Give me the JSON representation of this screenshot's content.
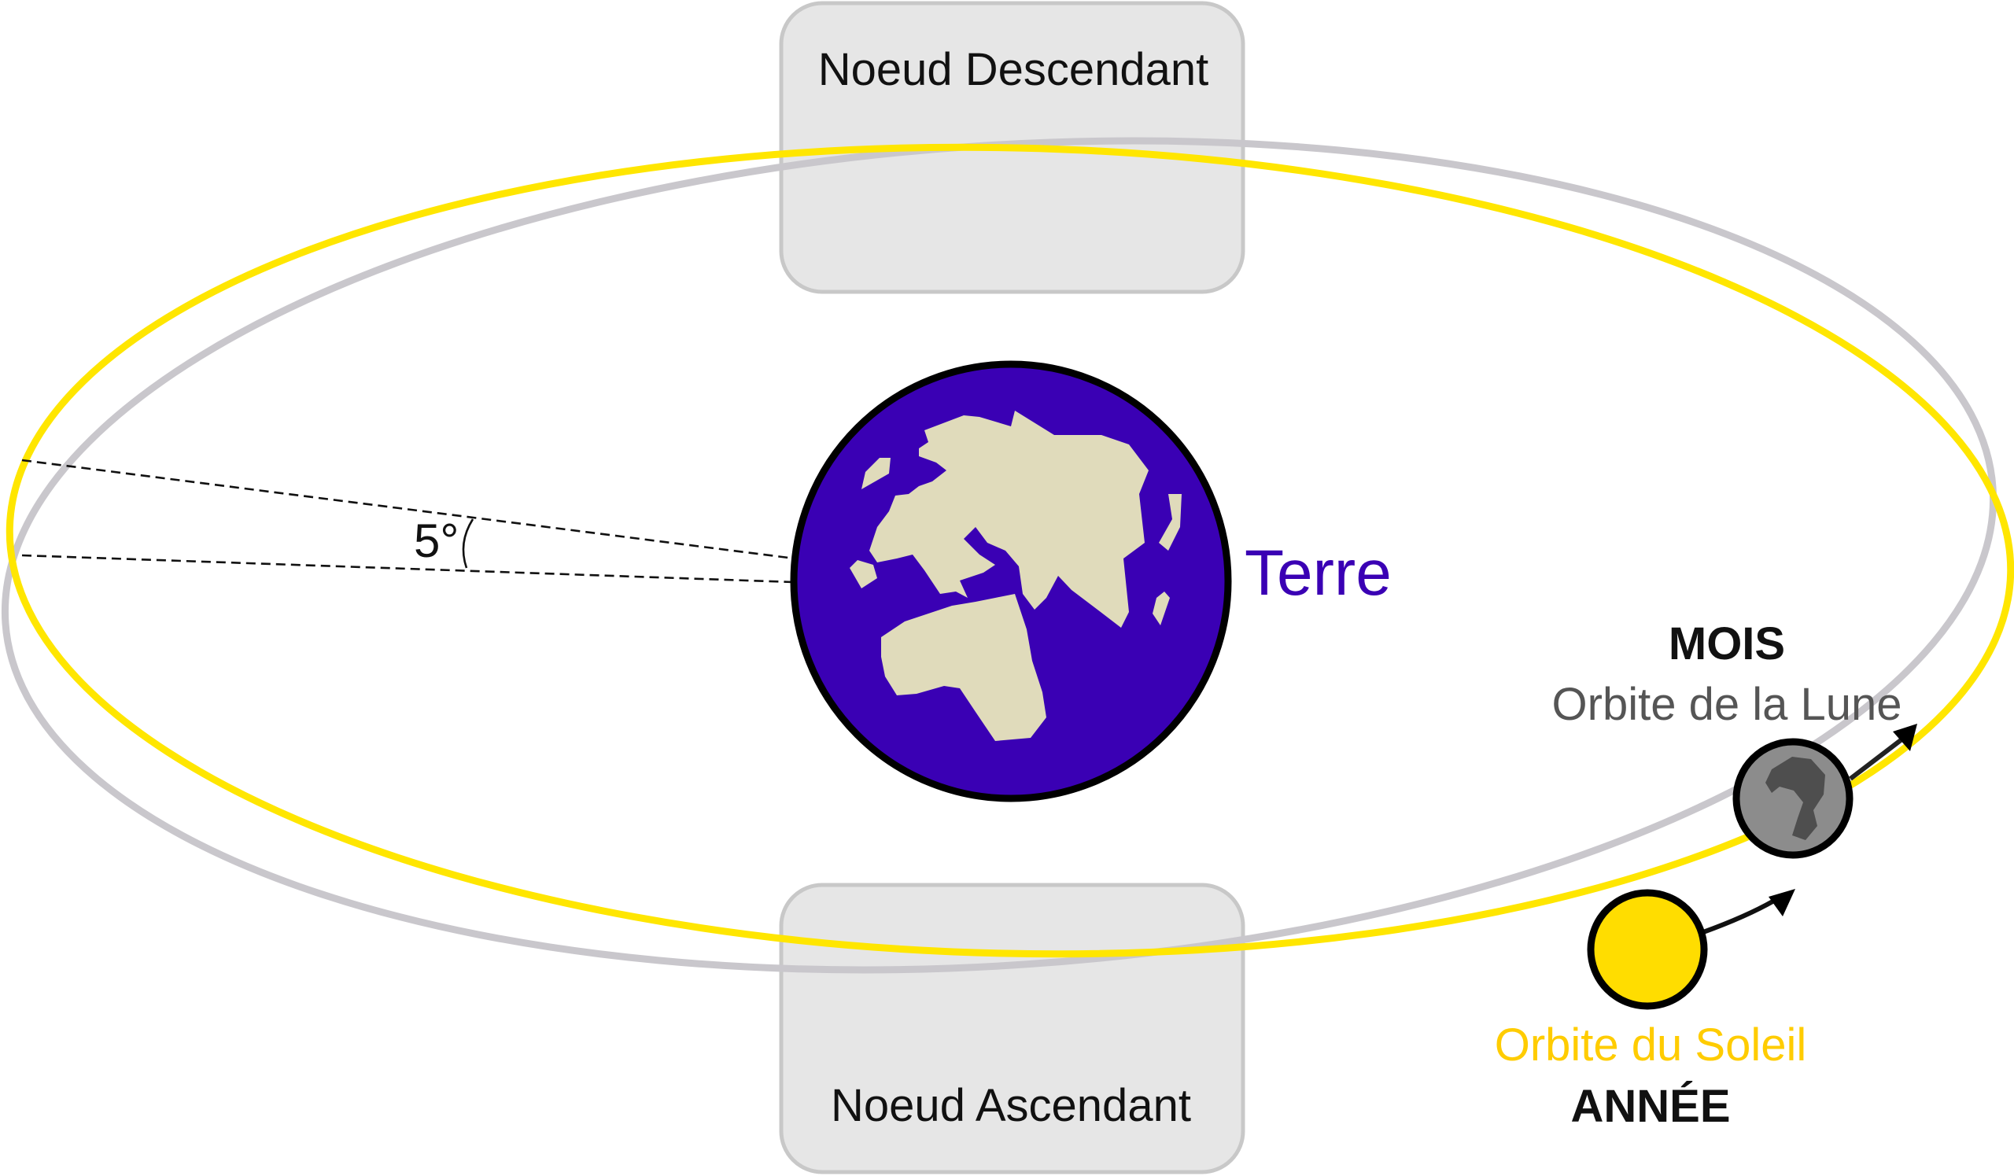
{
  "nodes": {
    "descending_label": "Noeud Descendant",
    "ascending_label": "Noeud Ascendant"
  },
  "angle": {
    "label": "5°"
  },
  "earth": {
    "label": "Terre",
    "color": "#3a00b4",
    "land_color": "#e0dbbb"
  },
  "moon": {
    "period_label": "MOIS",
    "orbit_label": "Orbite de la Lune",
    "color": "#8c8c8c"
  },
  "sun": {
    "period_label": "ANNÉE",
    "orbit_label": "Orbite du Soleil",
    "color": "#ffdd00"
  },
  "colors": {
    "sun_orbit": "#ffe600",
    "moon_orbit": "#c9c7cc",
    "node_box_fill": "#e6e6e6",
    "node_box_stroke": "#c8c8c8",
    "moon_label": "#555555",
    "sun_label": "#ffcc00"
  }
}
